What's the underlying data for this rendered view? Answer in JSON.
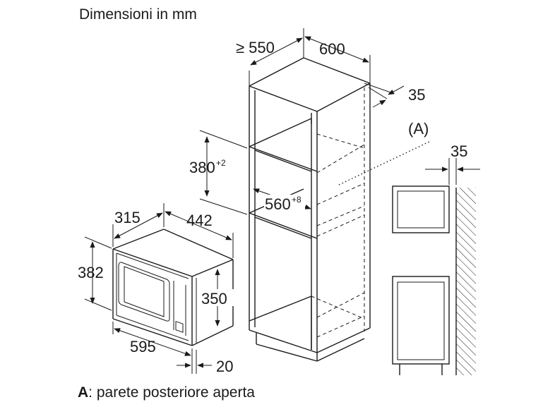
{
  "title": "Dimensioni in mm",
  "dimensions": {
    "cabinet_depth": "≥ 550",
    "cabinet_width": "600",
    "rear_gap": "35",
    "niche_height": "380",
    "niche_height_tol": "+2",
    "niche_width": "560",
    "niche_width_tol": "+8",
    "wall_gap": "35",
    "appliance_depth": "315",
    "appliance_inner_width": "442",
    "appliance_height": "382",
    "appliance_inner_height": "350",
    "appliance_width": "595",
    "frame_thickness": "20"
  },
  "marker": "(A)",
  "caption": {
    "key": "A",
    "text": ": parete posteriore aperta"
  }
}
